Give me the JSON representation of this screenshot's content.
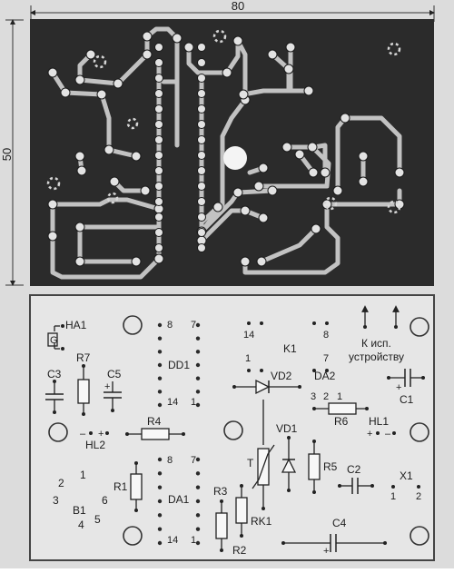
{
  "dimensions": {
    "width": "80",
    "height": "50"
  },
  "labels": {
    "ha1": "HA1",
    "g": "G",
    "r7": "R7",
    "c3": "C3",
    "c5": "C5",
    "hl2": "HL2",
    "r4": "R4",
    "r1": "R1",
    "b1": "B1",
    "dd1": "DD1",
    "da1": "DA1",
    "r3": "R3",
    "r2": "R2",
    "rk1": "RK1",
    "t": "T",
    "k1": "K1",
    "vd2": "VD2",
    "vd1": "VD1",
    "r5": "R5",
    "da2": "DA2",
    "r6": "R6",
    "c1": "C1",
    "hl1": "HL1",
    "c2": "C2",
    "x1": "X1",
    "c4": "C4",
    "k_isp": "К исп.",
    "ustroystvu": "устройству"
  },
  "pins": {
    "dd1_8": "8",
    "dd1_7": "7",
    "dd1_14": "14",
    "dd1_1": "1",
    "da1_8": "8",
    "da1_7": "7",
    "da1_14": "14",
    "da1_1": "1",
    "k1_14": "14",
    "k1_8": "8",
    "k1_1": "1",
    "k1_7": "7",
    "da2_3": "3",
    "da2_2": "2",
    "da2_1": "1",
    "x1_1": "1",
    "x1_2": "2",
    "b1_1": "1",
    "b1_2": "2",
    "b1_3": "3",
    "b1_4": "4",
    "b1_5": "5",
    "b1_6": "6",
    "plus": "+",
    "minus": "–"
  }
}
